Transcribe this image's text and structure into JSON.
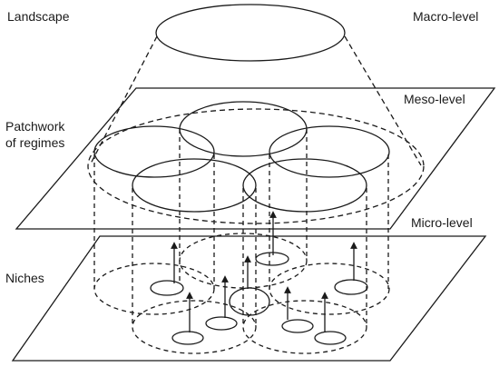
{
  "labels": {
    "landscape": "Landscape",
    "macro": "Macro-level",
    "meso": "Meso-level",
    "patchwork_line1": "Patchwork",
    "patchwork_line2": "of regimes",
    "micro": "Micro-level",
    "niches": "Niches"
  },
  "levels": [
    "Landscape",
    "Patchwork of regimes",
    "Niches"
  ],
  "colors": {
    "stroke": "#1a1a1a",
    "background": "#ffffff"
  }
}
